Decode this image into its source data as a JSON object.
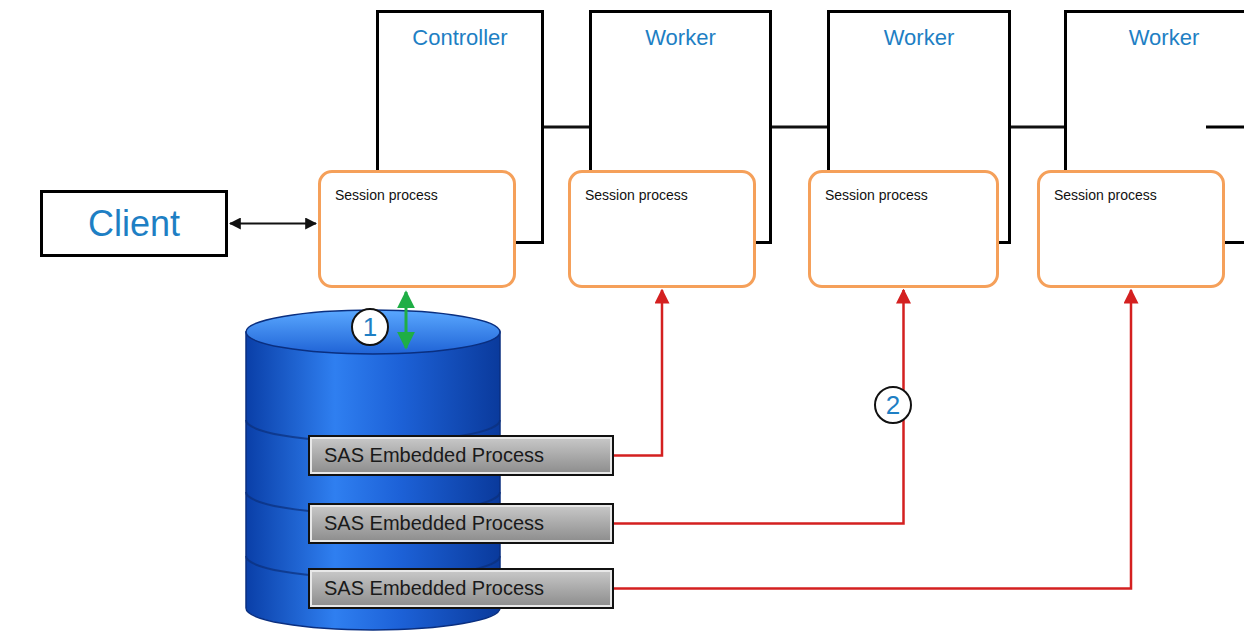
{
  "diagram": {
    "nodes": [
      {
        "text": [
          "Controller"
        ]
      },
      {
        "text": [
          "Session process"
        ],
        "in": 0
      },
      {
        "text": [
          "Worker"
        ]
      },
      {
        "text": [
          "Session process"
        ],
        "in": 2
      },
      {
        "text": [
          "Worker"
        ]
      },
      {
        "text": [
          "Session process"
        ],
        "in": 4
      },
      {
        "text": [
          "Worker"
        ]
      },
      {
        "text": [
          "Session process"
        ],
        "in": 6
      },
      {
        "text": [
          "Client"
        ]
      },
      {
        "text": [
          "SAS Embedded Process"
        ]
      },
      {
        "text": [
          "SAS Embedded Process"
        ]
      },
      {
        "text": [
          "SAS Embedded Process"
        ]
      }
    ],
    "edges": [
      {
        "from": 0,
        "to": 2,
        "arrow": "none"
      },
      {
        "from": 2,
        "to": 4,
        "arrow": "none"
      },
      {
        "from": 4,
        "to": 6,
        "arrow": "none"
      },
      {
        "from": 8,
        "to": 1,
        "arrow": "both"
      },
      {
        "from": 9,
        "to": 3,
        "arrow": "to"
      },
      {
        "from": 10,
        "to": 5,
        "arrow": "to"
      },
      {
        "from": 11,
        "to": 7,
        "arrow": "to"
      }
    ],
    "labels": [
      "1",
      "2"
    ]
  }
}
